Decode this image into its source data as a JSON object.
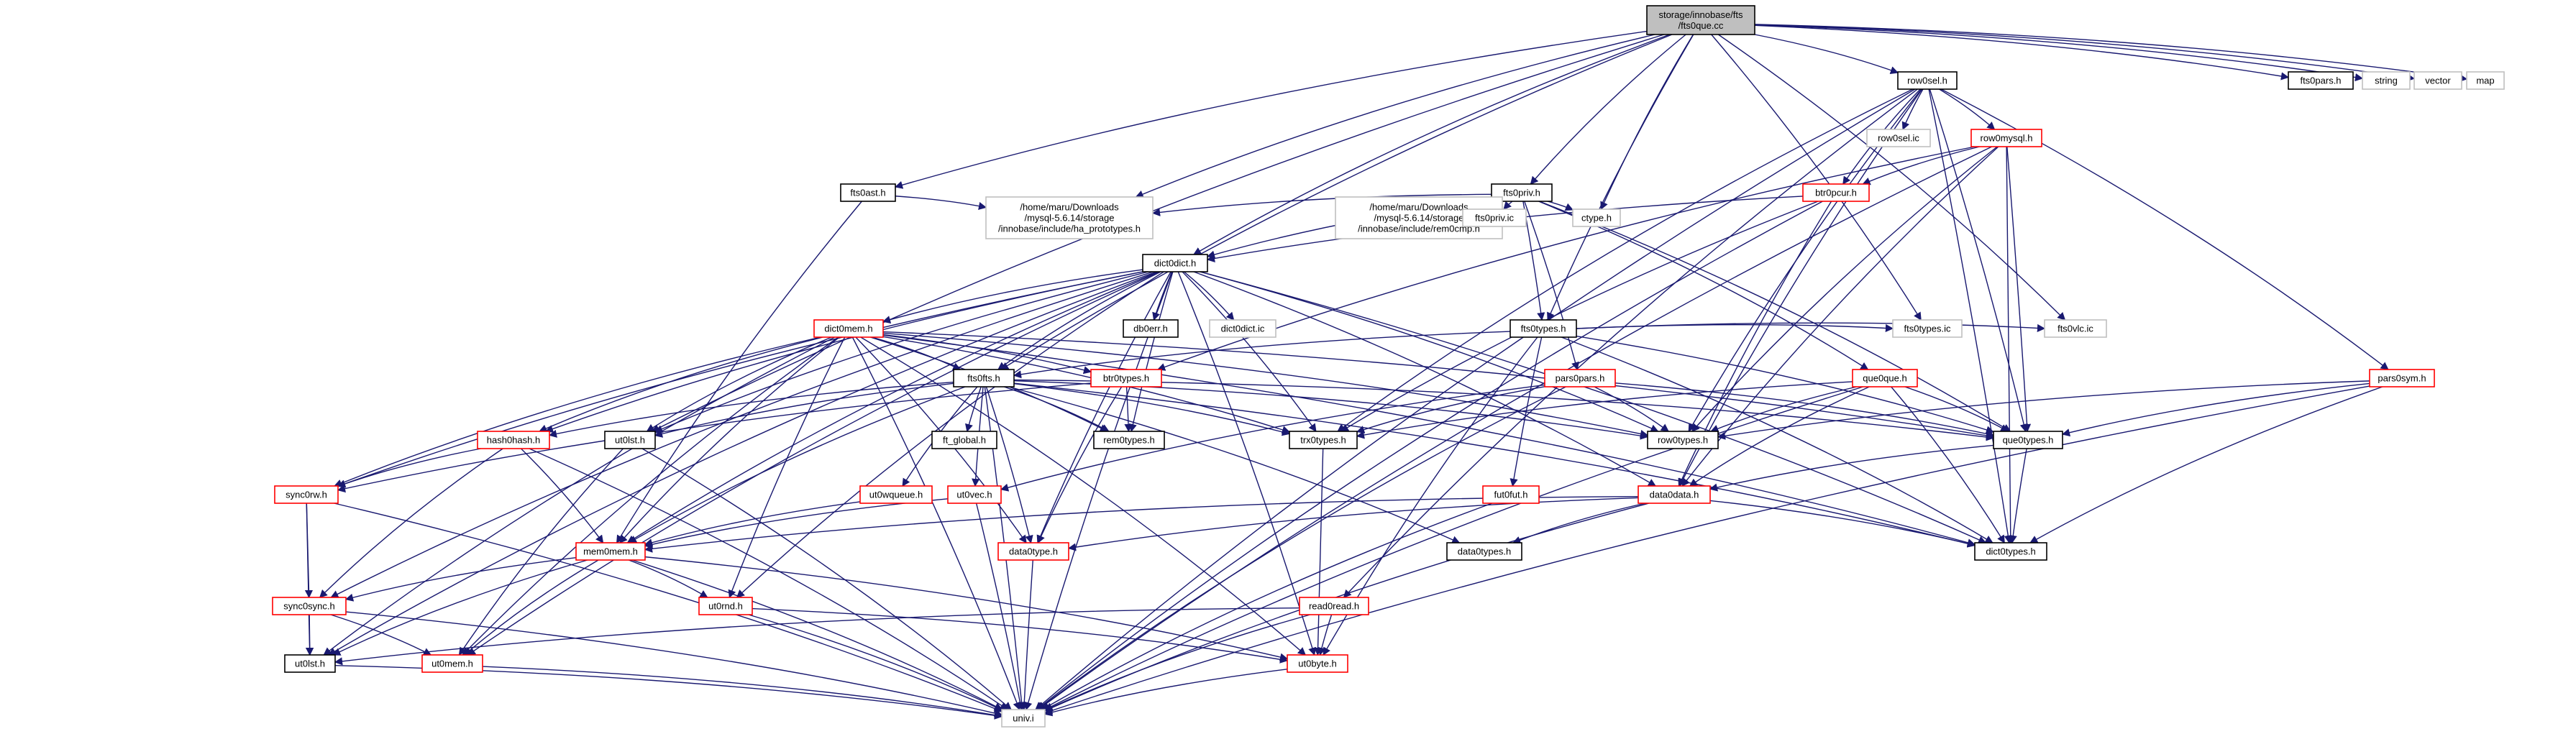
{
  "colors": {
    "edge": "#191970",
    "root_fill": "#bfbfbf",
    "border_black": "#000000",
    "border_red": "#ff0000",
    "border_gray": "#bfbfbf",
    "text": "#000000"
  },
  "nodes": [
    {
      "id": "root",
      "lines": [
        "storage/innobase/fts",
        "/fts0que.cc"
      ],
      "style": "root"
    },
    {
      "id": "row0sel_h",
      "lines": [
        "row0sel.h"
      ],
      "style": "black"
    },
    {
      "id": "fts0pars_h",
      "lines": [
        "fts0pars.h"
      ],
      "style": "black"
    },
    {
      "id": "string",
      "lines": [
        "string"
      ],
      "style": "gray"
    },
    {
      "id": "vector",
      "lines": [
        "vector"
      ],
      "style": "gray"
    },
    {
      "id": "map",
      "lines": [
        "map"
      ],
      "style": "gray"
    },
    {
      "id": "row0sel_ic",
      "lines": [
        "row0sel.ic"
      ],
      "style": "gray"
    },
    {
      "id": "row0mysql_h",
      "lines": [
        "row0mysql.h"
      ],
      "style": "red"
    },
    {
      "id": "fts0ast_h",
      "lines": [
        "fts0ast.h"
      ],
      "style": "black"
    },
    {
      "id": "fts0priv_h",
      "lines": [
        "fts0priv.h"
      ],
      "style": "black"
    },
    {
      "id": "btr0pcur_h",
      "lines": [
        "btr0pcur.h"
      ],
      "style": "red"
    },
    {
      "id": "ha_prototypes",
      "lines": [
        "/home/maru/Downloads",
        "/mysql-5.6.14/storage",
        "/innobase/include/ha_prototypes.h"
      ],
      "style": "gray"
    },
    {
      "id": "rem0cmp",
      "lines": [
        "/home/maru/Downloads",
        "/mysql-5.6.14/storage",
        "/innobase/include/rem0cmp.h"
      ],
      "style": "gray"
    },
    {
      "id": "fts0priv_ic",
      "lines": [
        "fts0priv.ic"
      ],
      "style": "gray"
    },
    {
      "id": "ctype_h",
      "lines": [
        "ctype.h"
      ],
      "style": "gray"
    },
    {
      "id": "dict0dict_h",
      "lines": [
        "dict0dict.h"
      ],
      "style": "black"
    },
    {
      "id": "db0err_h",
      "lines": [
        "db0err.h"
      ],
      "style": "black"
    },
    {
      "id": "dict0dict_ic",
      "lines": [
        "dict0dict.ic"
      ],
      "style": "gray"
    },
    {
      "id": "fts0types_h",
      "lines": [
        "fts0types.h"
      ],
      "style": "black"
    },
    {
      "id": "dict0mem_h",
      "lines": [
        "dict0mem.h"
      ],
      "style": "red"
    },
    {
      "id": "btr0types_h",
      "lines": [
        "btr0types.h"
      ],
      "style": "red"
    },
    {
      "id": "pars0pars_h",
      "lines": [
        "pars0pars.h"
      ],
      "style": "red"
    },
    {
      "id": "que0que_h",
      "lines": [
        "que0que.h"
      ],
      "style": "red"
    },
    {
      "id": "fts0types_ic",
      "lines": [
        "fts0types.ic"
      ],
      "style": "gray"
    },
    {
      "id": "fts0vlc_ic",
      "lines": [
        "fts0vlc.ic"
      ],
      "style": "gray"
    },
    {
      "id": "pars0sym_h",
      "lines": [
        "pars0sym.h"
      ],
      "style": "red"
    },
    {
      "id": "fts0fts_h",
      "lines": [
        "fts0fts.h"
      ],
      "style": "black"
    },
    {
      "id": "rem0types_h",
      "lines": [
        "rem0types.h"
      ],
      "style": "black"
    },
    {
      "id": "trx0types_h",
      "lines": [
        "trx0types.h"
      ],
      "style": "black"
    },
    {
      "id": "row0types_h",
      "lines": [
        "row0types.h"
      ],
      "style": "black"
    },
    {
      "id": "que0types_h",
      "lines": [
        "que0types.h"
      ],
      "style": "black"
    },
    {
      "id": "hash0hash_h",
      "lines": [
        "hash0hash.h"
      ],
      "style": "red"
    },
    {
      "id": "ut0lst_h1",
      "lines": [
        "ut0lst.h"
      ],
      "style": "black"
    },
    {
      "id": "ft_global_h",
      "lines": [
        "ft_global.h"
      ],
      "style": "black"
    },
    {
      "id": "ut0wqueue_h",
      "lines": [
        "ut0wqueue.h"
      ],
      "style": "red"
    },
    {
      "id": "ut0vec_h",
      "lines": [
        "ut0vec.h"
      ],
      "style": "red"
    },
    {
      "id": "fut0fut_h",
      "lines": [
        "fut0fut.h"
      ],
      "style": "red"
    },
    {
      "id": "data0data_h",
      "lines": [
        "data0data.h"
      ],
      "style": "red"
    },
    {
      "id": "sync0rw_h",
      "lines": [
        "sync0rw.h"
      ],
      "style": "red"
    },
    {
      "id": "mem0mem_h",
      "lines": [
        "mem0mem.h"
      ],
      "style": "red"
    },
    {
      "id": "data0type_h",
      "lines": [
        "data0type.h"
      ],
      "style": "red"
    },
    {
      "id": "data0types_h",
      "lines": [
        "data0types.h"
      ],
      "style": "black"
    },
    {
      "id": "dict0types_h",
      "lines": [
        "dict0types.h"
      ],
      "style": "black"
    },
    {
      "id": "sync0sync_h",
      "lines": [
        "sync0sync.h"
      ],
      "style": "red"
    },
    {
      "id": "ut0rnd_h",
      "lines": [
        "ut0rnd.h"
      ],
      "style": "red"
    },
    {
      "id": "read0read_h",
      "lines": [
        "read0read.h"
      ],
      "style": "red"
    },
    {
      "id": "ut0lst_h2",
      "lines": [
        "ut0lst.h"
      ],
      "style": "black"
    },
    {
      "id": "ut0mem_h",
      "lines": [
        "ut0mem.h"
      ],
      "style": "red"
    },
    {
      "id": "ut0byte_h",
      "lines": [
        "ut0byte.h"
      ],
      "style": "red"
    },
    {
      "id": "univ_i",
      "lines": [
        "univ.i"
      ],
      "style": "gray"
    }
  ],
  "edges": [
    [
      "root",
      "row0sel_h"
    ],
    [
      "root",
      "fts0pars_h"
    ],
    [
      "root",
      "string"
    ],
    [
      "root",
      "vector"
    ],
    [
      "root",
      "map"
    ],
    [
      "root",
      "fts0ast_h"
    ],
    [
      "root",
      "fts0priv_h"
    ],
    [
      "root",
      "ha_prototypes"
    ],
    [
      "root",
      "dict0dict_h"
    ],
    [
      "root",
      "ctype_h"
    ],
    [
      "root",
      "fts0types_h"
    ],
    [
      "root",
      "fts0vlc_ic"
    ],
    [
      "root",
      "fts0types_ic"
    ],
    [
      "root",
      "fts0fts_h"
    ],
    [
      "root",
      "ut0lst_h1"
    ],
    [
      "row0sel_h",
      "row0sel_ic"
    ],
    [
      "row0sel_h",
      "row0mysql_h"
    ],
    [
      "row0sel_h",
      "btr0pcur_h"
    ],
    [
      "row0sel_h",
      "pars0sym_h"
    ],
    [
      "row0sel_h",
      "univ_i"
    ],
    [
      "row0sel_h",
      "dict0types_h"
    ],
    [
      "row0sel_h",
      "trx0types_h"
    ],
    [
      "row0sel_h",
      "que0types_h"
    ],
    [
      "row0sel_h",
      "row0types_h"
    ],
    [
      "row0sel_h",
      "read0read_h"
    ],
    [
      "row0sel_h",
      "data0data_h"
    ],
    [
      "row0mysql_h",
      "btr0pcur_h"
    ],
    [
      "row0mysql_h",
      "btr0types_h"
    ],
    [
      "row0mysql_h",
      "que0types_h"
    ],
    [
      "row0mysql_h",
      "row0types_h"
    ],
    [
      "row0mysql_h",
      "data0data_h"
    ],
    [
      "row0mysql_h",
      "dict0types_h"
    ],
    [
      "row0mysql_h",
      "univ_i"
    ],
    [
      "btr0pcur_h",
      "dict0dict_h"
    ],
    [
      "btr0pcur_h",
      "data0data_h"
    ],
    [
      "btr0pcur_h",
      "univ_i"
    ],
    [
      "btr0pcur_h",
      "trx0types_h"
    ],
    [
      "fts0ast_h",
      "ha_prototypes"
    ],
    [
      "fts0ast_h",
      "mem0mem_h"
    ],
    [
      "fts0priv_h",
      "dict0dict_h"
    ],
    [
      "fts0priv_h",
      "ha_prototypes"
    ],
    [
      "fts0priv_h",
      "rem0cmp"
    ],
    [
      "fts0priv_h",
      "fts0priv_ic"
    ],
    [
      "fts0priv_h",
      "ctype_h"
    ],
    [
      "fts0priv_h",
      "fts0types_h"
    ],
    [
      "fts0priv_h",
      "pars0pars_h"
    ],
    [
      "fts0priv_h",
      "que0que_h"
    ],
    [
      "fts0priv_h",
      "que0types_h"
    ],
    [
      "dict0dict_h",
      "db0err_h"
    ],
    [
      "dict0dict_h",
      "dict0dict_ic"
    ],
    [
      "dict0dict_h",
      "dict0mem_h"
    ],
    [
      "dict0dict_h",
      "fts0fts_h"
    ],
    [
      "dict0dict_h",
      "hash0hash_h"
    ],
    [
      "dict0dict_h",
      "ut0lst_h1"
    ],
    [
      "dict0dict_h",
      "univ_i"
    ],
    [
      "dict0dict_h",
      "sync0rw_h"
    ],
    [
      "dict0dict_h",
      "mem0mem_h"
    ],
    [
      "dict0dict_h",
      "sync0sync_h"
    ],
    [
      "dict0dict_h",
      "ut0rnd_h"
    ],
    [
      "dict0dict_h",
      "ut0byte_h"
    ],
    [
      "dict0dict_h",
      "ut0mem_h"
    ],
    [
      "dict0dict_h",
      "ut0lst_h2"
    ],
    [
      "dict0dict_h",
      "trx0types_h"
    ],
    [
      "dict0dict_h",
      "row0types_h"
    ],
    [
      "dict0dict_h",
      "rem0types_h"
    ],
    [
      "dict0dict_h",
      "data0data_h"
    ],
    [
      "dict0dict_h",
      "dict0types_h"
    ],
    [
      "dict0dict_h",
      "data0type_h"
    ],
    [
      "fts0types_h",
      "fts0types_ic"
    ],
    [
      "fts0types_h",
      "fts0vlc_ic"
    ],
    [
      "fts0types_h",
      "que0types_h"
    ],
    [
      "fts0types_h",
      "ut0byte_h"
    ],
    [
      "fts0types_h",
      "fut0fut_h"
    ],
    [
      "fts0types_h",
      "fts0fts_h"
    ],
    [
      "fts0types_h",
      "dict0types_h"
    ],
    [
      "dict0mem_h",
      "fts0fts_h"
    ],
    [
      "dict0mem_h",
      "btr0types_h"
    ],
    [
      "dict0mem_h",
      "hash0hash_h"
    ],
    [
      "dict0mem_h",
      "rem0types_h"
    ],
    [
      "dict0mem_h",
      "dict0types_h"
    ],
    [
      "dict0mem_h",
      "data0type_h"
    ],
    [
      "dict0mem_h",
      "mem0mem_h"
    ],
    [
      "dict0mem_h",
      "ut0lst_h1"
    ],
    [
      "dict0mem_h",
      "ut0rnd_h"
    ],
    [
      "dict0mem_h",
      "ut0byte_h"
    ],
    [
      "dict0mem_h",
      "sync0rw_h"
    ],
    [
      "dict0mem_h",
      "ut0mem_h"
    ],
    [
      "dict0mem_h",
      "univ_i"
    ],
    [
      "dict0mem_h",
      "trx0types_h"
    ],
    [
      "dict0mem_h",
      "que0types_h"
    ],
    [
      "dict0mem_h",
      "row0types_h"
    ],
    [
      "dict0mem_h",
      "ut0lst_h2"
    ],
    [
      "btr0types_h",
      "rem0types_h"
    ],
    [
      "btr0types_h",
      "sync0rw_h"
    ],
    [
      "btr0types_h",
      "data0type_h"
    ],
    [
      "pars0pars_h",
      "que0types_h"
    ],
    [
      "pars0pars_h",
      "row0types_h"
    ],
    [
      "pars0pars_h",
      "trx0types_h"
    ],
    [
      "pars0pars_h",
      "univ_i"
    ],
    [
      "pars0pars_h",
      "ut0vec_h"
    ],
    [
      "que0que_h",
      "que0types_h"
    ],
    [
      "que0que_h",
      "row0types_h"
    ],
    [
      "que0que_h",
      "data0data_h"
    ],
    [
      "que0que_h",
      "dict0types_h"
    ],
    [
      "que0que_h",
      "univ_i"
    ],
    [
      "que0que_h",
      "trx0types_h"
    ],
    [
      "pars0sym_h",
      "que0types_h"
    ],
    [
      "pars0sym_h",
      "dict0types_h"
    ],
    [
      "pars0sym_h",
      "univ_i"
    ],
    [
      "pars0sym_h",
      "row0types_h"
    ],
    [
      "fts0fts_h",
      "hash0hash_h"
    ],
    [
      "fts0fts_h",
      "ut0lst_h1"
    ],
    [
      "fts0fts_h",
      "ft_global_h"
    ],
    [
      "fts0fts_h",
      "ut0wqueue_h"
    ],
    [
      "fts0fts_h",
      "ut0vec_h"
    ],
    [
      "fts0fts_h",
      "mem0mem_h"
    ],
    [
      "fts0fts_h",
      "data0type_h"
    ],
    [
      "fts0fts_h",
      "data0types_h"
    ],
    [
      "fts0fts_h",
      "dict0types_h"
    ],
    [
      "fts0fts_h",
      "univ_i"
    ],
    [
      "fts0fts_h",
      "trx0types_h"
    ],
    [
      "fts0fts_h",
      "rem0types_h"
    ],
    [
      "fts0fts_h",
      "row0types_h"
    ],
    [
      "fts0fts_h",
      "que0types_h"
    ],
    [
      "trx0types_h",
      "ut0byte_h"
    ],
    [
      "que0types_h",
      "data0data_h"
    ],
    [
      "que0types_h",
      "dict0types_h"
    ],
    [
      "hash0hash_h",
      "sync0rw_h"
    ],
    [
      "hash0hash_h",
      "mem0mem_h"
    ],
    [
      "hash0hash_h",
      "sync0sync_h"
    ],
    [
      "hash0hash_h",
      "univ_i"
    ],
    [
      "ut0lst_h1",
      "ut0mem_h"
    ],
    [
      "ut0lst_h1",
      "univ_i"
    ],
    [
      "ut0wqueue_h",
      "mem0mem_h"
    ],
    [
      "ut0vec_h",
      "mem0mem_h"
    ],
    [
      "ut0vec_h",
      "univ_i"
    ],
    [
      "fut0fut_h",
      "univ_i"
    ],
    [
      "data0data_h",
      "mem0mem_h"
    ],
    [
      "data0data_h",
      "data0type_h"
    ],
    [
      "data0data_h",
      "data0types_h"
    ],
    [
      "data0data_h",
      "dict0types_h"
    ],
    [
      "data0data_h",
      "univ_i"
    ],
    [
      "sync0rw_h",
      "sync0sync_h"
    ],
    [
      "sync0rw_h",
      "ut0lst_h2"
    ],
    [
      "sync0rw_h",
      "univ_i"
    ],
    [
      "mem0mem_h",
      "sync0sync_h"
    ],
    [
      "mem0mem_h",
      "ut0rnd_h"
    ],
    [
      "mem0mem_h",
      "ut0mem_h"
    ],
    [
      "mem0mem_h",
      "ut0byte_h"
    ],
    [
      "mem0mem_h",
      "ut0lst_h2"
    ],
    [
      "mem0mem_h",
      "univ_i"
    ],
    [
      "data0type_h",
      "univ_i"
    ],
    [
      "sync0sync_h",
      "ut0lst_h2"
    ],
    [
      "sync0sync_h",
      "ut0mem_h"
    ],
    [
      "sync0sync_h",
      "univ_i"
    ],
    [
      "ut0rnd_h",
      "ut0byte_h"
    ],
    [
      "ut0rnd_h",
      "univ_i"
    ],
    [
      "read0read_h",
      "ut0lst_h2"
    ],
    [
      "read0read_h",
      "ut0byte_h"
    ],
    [
      "read0read_h",
      "univ_i"
    ],
    [
      "ut0lst_h2",
      "univ_i"
    ],
    [
      "ut0mem_h",
      "univ_i"
    ],
    [
      "ut0byte_h",
      "univ_i"
    ]
  ]
}
